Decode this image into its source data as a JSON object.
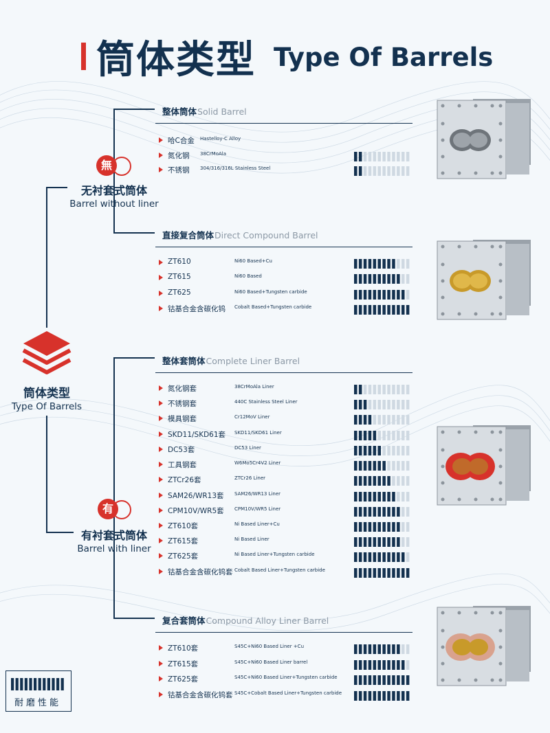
{
  "header": {
    "title_cn": "筒体类型",
    "title_en": "Type Of Barrels"
  },
  "center": {
    "title_cn": "筒体类型",
    "title_en": "Type Of Barrels"
  },
  "without_liner": {
    "badge": "無",
    "title_cn": "无衬套式筒体",
    "title_en": "Barrel without liner"
  },
  "with_liner": {
    "badge": "有",
    "title_cn": "有衬套式筒体",
    "title_en": "Barrel with liner"
  },
  "legend": {
    "label": "耐磨性能",
    "segments": 12
  },
  "colors": {
    "accent": "#d7322b",
    "navy": "#13314f",
    "bar_empty": "#cfd9e2",
    "line_gray": "#8b98a5"
  },
  "sections": [
    {
      "title_cn": "整体筒体",
      "title_en": "Solid Barrel",
      "items": [
        {
          "name": "哈C合金",
          "material": "Hastelloy-C Alloy",
          "rating": null
        },
        {
          "name": "氮化钢",
          "material": "38CrMoAla",
          "rating": 2
        },
        {
          "name": "不锈钢",
          "material": "304/316/316L Stainless Steel",
          "rating": 2
        }
      ]
    },
    {
      "title_cn": "直接复合筒体",
      "title_en": "Direct Compound Barrel",
      "items": [
        {
          "name": "ZT610",
          "material": "Ni60 Based+Cu",
          "rating": 9
        },
        {
          "name": "ZT615",
          "material": "Ni60 Based",
          "rating": 10
        },
        {
          "name": "ZT625",
          "material": "Ni60 Based+Tungsten carbide",
          "rating": 11
        },
        {
          "name": "钴基合金含碳化钨",
          "material": "Cobalt Based+Tungsten carbide",
          "rating": 12
        }
      ]
    },
    {
      "title_cn": "整体套筒体",
      "title_en": "Complete Liner Barrel",
      "items": [
        {
          "name": "氮化钢套",
          "material": "38CrMoAla Liner",
          "rating": 2
        },
        {
          "name": "不锈钢套",
          "material": "440C Stainless Steel Liner",
          "rating": 3
        },
        {
          "name": "模具钢套",
          "material": "Cr12MoV Liner",
          "rating": 4
        },
        {
          "name": "SKD11/SKD61套",
          "material": "SKD11/SKD61 Liner",
          "rating": 5
        },
        {
          "name": "DC53套",
          "material": "DC53 Liner",
          "rating": 6
        },
        {
          "name": "工具钢套",
          "material": "W6Mo5Cr4V2 Liner",
          "rating": 7
        },
        {
          "name": "ZTCr26套",
          "material": "ZTCr26 Liner",
          "rating": 8
        },
        {
          "name": "SAM26/WR13套",
          "material": "SAM26/WR13 Liner",
          "rating": 9
        },
        {
          "name": "CPM10V/WR5套",
          "material": "CPM10V/WR5 Liner",
          "rating": 10
        },
        {
          "name": "ZT610套",
          "material": "Ni Based Liner+Cu",
          "rating": 10
        },
        {
          "name": "ZT615套",
          "material": "Ni Based Liner",
          "rating": 10
        },
        {
          "name": "ZT625套",
          "material": "Ni Based Liner+Tungsten carbide",
          "rating": 11
        },
        {
          "name": "钴基合金含碳化钨套",
          "material": "Cobalt Based Liner+Tungsten carbide",
          "rating": 12
        }
      ]
    },
    {
      "title_cn": "复合套筒体",
      "title_en": "Compound Alloy Liner Barrel",
      "items": [
        {
          "name": "ZT610套",
          "material": "S45C+Ni60 Based Liner +Cu",
          "rating": 10
        },
        {
          "name": "ZT615套",
          "material": "S45C+Ni60 Based Liner barrel",
          "rating": 11
        },
        {
          "name": "ZT625套",
          "material": "S45C+Ni60 Based Liner+Tungsten carbide",
          "rating": 12
        },
        {
          "name": "钴基合金含碳化钨套",
          "material": "S45C+Cobalt Based Liner+Tungsten carbide",
          "rating": 12
        }
      ]
    }
  ]
}
